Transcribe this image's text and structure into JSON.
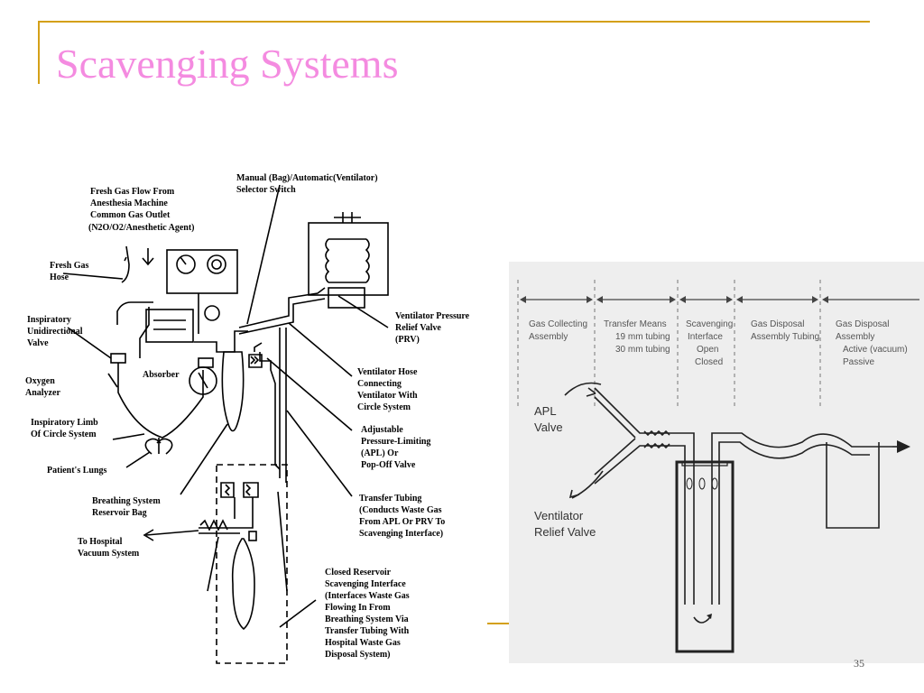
{
  "slide": {
    "title": "Scavenging Systems",
    "page_number": "35"
  },
  "left_diagram": {
    "labels": {
      "fresh_gas_1": "Fresh Gas Flow From",
      "fresh_gas_2": "Anesthesia Machine",
      "fresh_gas_3": "Common Gas Outlet",
      "fresh_gas_4": "(N2O/O2/Anesthetic Agent)",
      "selector_1": "Manual (Bag)/Automatic(Ventilator)",
      "selector_2": "Selector Switch",
      "hose_1": "Fresh Gas",
      "hose_2": "Hose",
      "insp_valve_1": "Inspiratory",
      "insp_valve_2": "Unidirectional",
      "insp_valve_3": "Valve",
      "absorber": "Absorber",
      "oxygen_1": "Oxygen",
      "oxygen_2": "Analyzer",
      "insp_limb_1": "Inspiratory Limb",
      "insp_limb_2": "Of Circle System",
      "lungs": "Patient's Lungs",
      "bag_1": "Breathing System",
      "bag_2": "Reservoir Bag",
      "vacuum_1": "To Hospital",
      "vacuum_2": "Vacuum System",
      "prv_1": "Ventilator Pressure",
      "prv_2": "Relief Valve",
      "prv_3": "(PRV)",
      "vent_hose_1": "Ventilator Hose",
      "vent_hose_2": "Connecting",
      "vent_hose_3": "Ventilator With",
      "vent_hose_4": "Circle System",
      "apl_1": "Adjustable",
      "apl_2": "Pressure-Limiting",
      "apl_3": "(APL) Or",
      "apl_4": "Pop-Off Valve",
      "transfer_1": "Transfer Tubing",
      "transfer_2": "(Conducts Waste Gas",
      "transfer_3": "From APL Or PRV To",
      "transfer_4": "Scavenging Interface)",
      "closed_1": "Closed Reservoir",
      "closed_2": "Scavenging Interface",
      "closed_3": "(Interfaces Waste Gas",
      "closed_4": "Flowing In From",
      "closed_5": "Breathing System Via",
      "closed_6": "Transfer Tubing With",
      "closed_7": "Hospital Waste Gas",
      "closed_8": "Disposal System)"
    }
  },
  "right_diagram": {
    "sections": {
      "s1_1": "Gas Collecting",
      "s1_2": "Assembly",
      "s2_1": "Transfer Means",
      "s2_2": "19 mm tubing",
      "s2_3": "30 mm tubing",
      "s3_1": "Scavenging",
      "s3_2": "Interface",
      "s3_3": "Open",
      "s3_4": "Closed",
      "s4_1": "Gas Disposal",
      "s4_2": "Assembly Tubing",
      "s5_1": "Gas Disposal",
      "s5_2": "Assembly",
      "s5_3": "Active (vacuum)",
      "s5_4": "Passive"
    },
    "labels": {
      "apl_1": "APL",
      "apl_2": "Valve",
      "vent_1": "Ventilator",
      "vent_2": "Relief Valve"
    }
  }
}
